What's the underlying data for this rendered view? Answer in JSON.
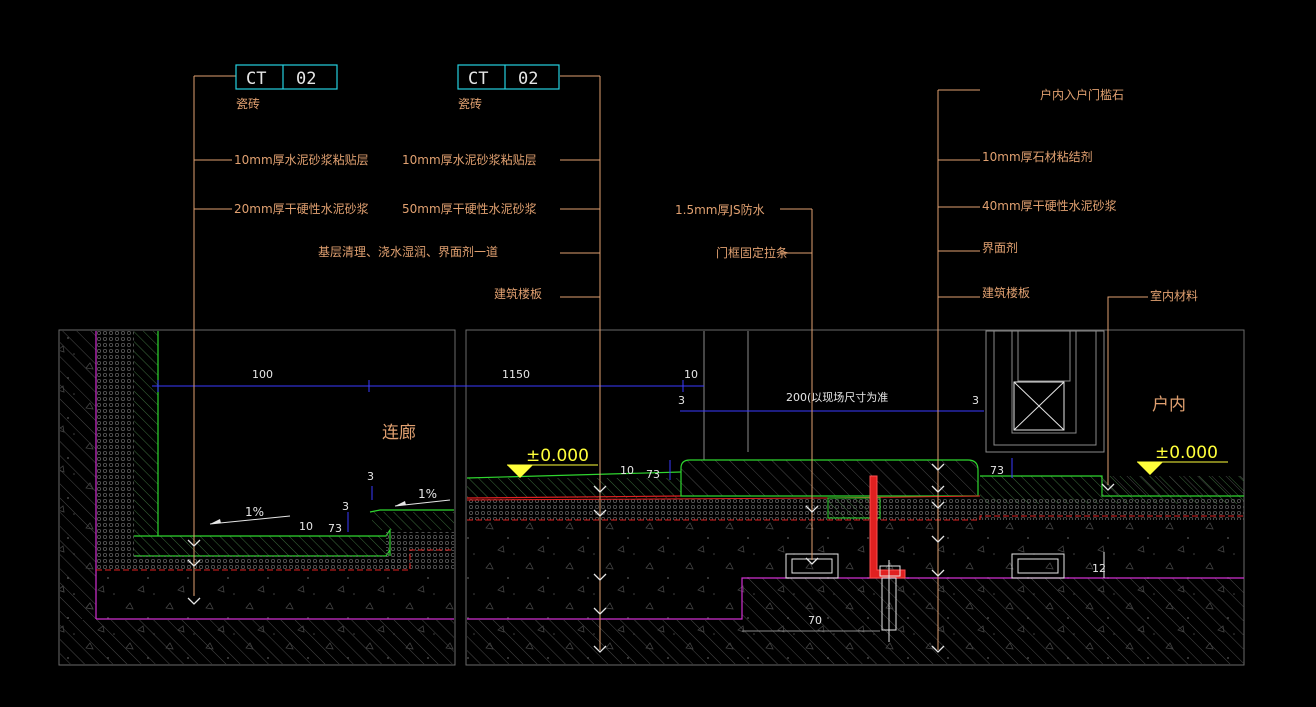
{
  "tags": [
    {
      "code": "CT",
      "num": "02",
      "sub": "瓷砖"
    },
    {
      "code": "CT",
      "num": "02",
      "sub": "瓷砖"
    }
  ],
  "labels": {
    "l1_1": "10mm厚水泥砂浆粘贴层",
    "l1_2": "20mm厚干硬性水泥砂浆",
    "l2_1": "10mm厚水泥砂浆粘贴层",
    "l2_2": "50mm厚干硬性水泥砂浆",
    "l2_3": "基层清理、浇水湿润、界面剂一道",
    "l2_4": "建筑楼板",
    "l3_1": "1.5mm厚JS防水",
    "l3_2": "门框固定拉条",
    "l4_0": "户内入户门槛石",
    "l4_1": "10mm厚石材粘结剂",
    "l4_2": "40mm厚干硬性水泥砂浆",
    "l4_3": "界面剂",
    "l4_4": "建筑楼板",
    "l5": "室内材料"
  },
  "rooms": {
    "corridor": "连廊",
    "indoor": "户内"
  },
  "levels": {
    "left": "±0.000",
    "right": "±0.000"
  },
  "slopes": {
    "s1": "1%",
    "s2": "1%"
  },
  "dims": {
    "d100": "100",
    "d1150": "1150",
    "d10a": "10",
    "d200": "200(以现场尺寸为准",
    "d3a": "3",
    "d3b": "3",
    "d3c": "3",
    "d10b": "10",
    "d73a": "73",
    "d3d": "3",
    "d10c": "10",
    "d73b": "73",
    "d73c": "73",
    "d12": "12",
    "d70": "70"
  },
  "colors": {
    "leader": "#e0a070",
    "green": "#2fd62f",
    "red": "#e02020",
    "magenta": "#d030d0",
    "blue": "#3a3aff",
    "frame": "#8a8a8a",
    "level": "#ffff3a",
    "cyan": "#26d0e0"
  }
}
